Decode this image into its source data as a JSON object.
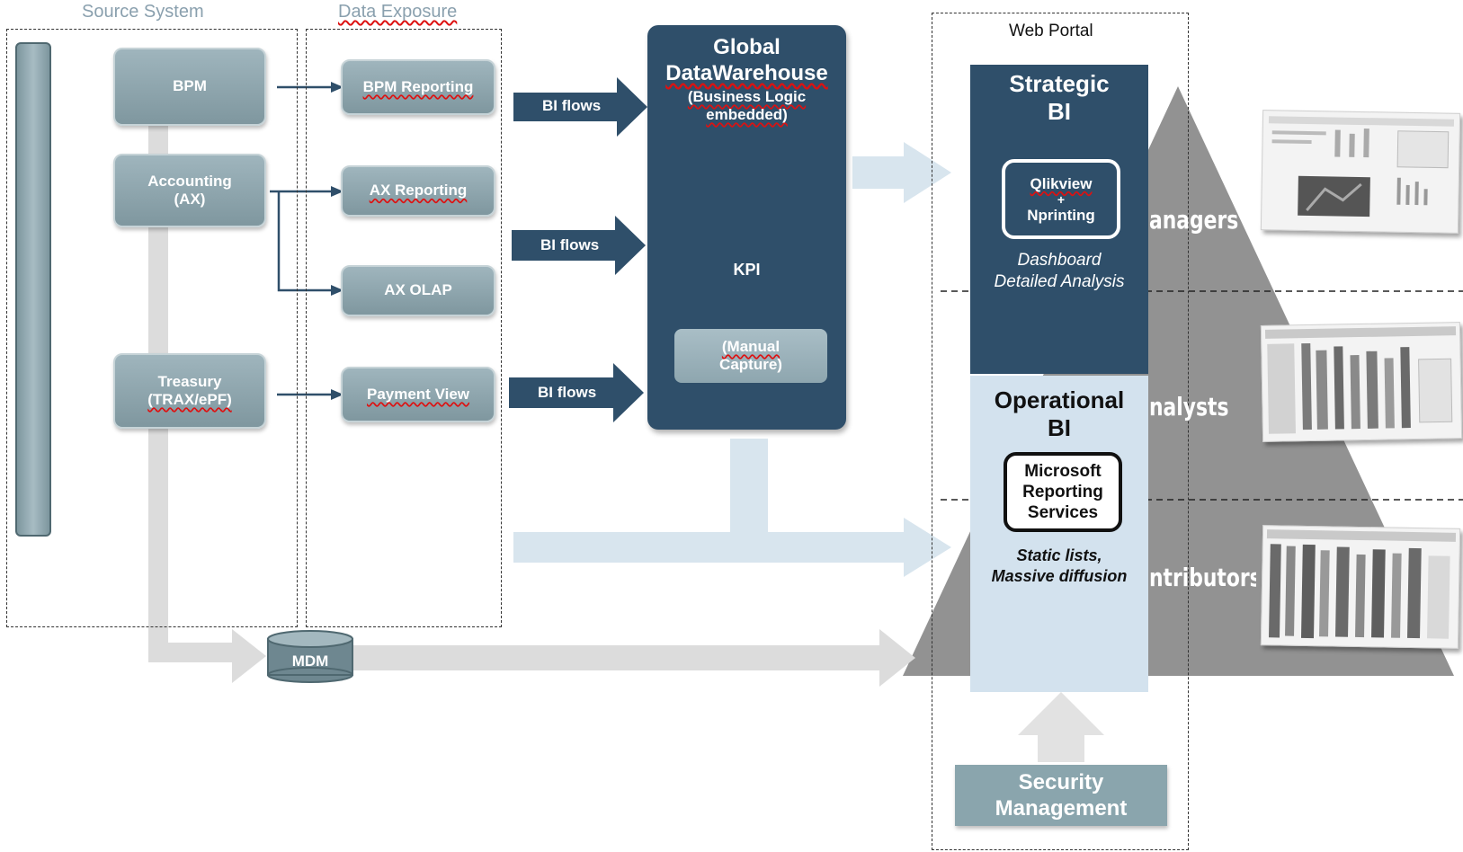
{
  "sections": {
    "source_system": "Source System",
    "data_exposure": "Data Exposure",
    "web_portal": "Web Portal"
  },
  "sources": {
    "bpm": "BPM",
    "accounting_l1": "Accounting",
    "accounting_l2": "(AX)",
    "treasury_l1": "Treasury",
    "treasury_l2": "(TRAX/ePF)"
  },
  "exposure": {
    "bpm_reporting": "BPM Reporting",
    "ax_reporting": "AX Reporting",
    "ax_olap": "AX OLAP",
    "payment_view": "Payment View"
  },
  "flows": {
    "bi_flows": "BI flows"
  },
  "warehouse": {
    "title_l1": "Global",
    "title_l2": "DataWarehouse",
    "sub_l1": "(Business Logic",
    "sub_l2": "embedded)",
    "kpi": "KPI",
    "manual_l1": "(Manual",
    "manual_l2": "Capture)"
  },
  "mdm": "MDM",
  "strategic": {
    "title_l1": "Strategic",
    "title_l2": "BI",
    "tool_l1": "Qlikview",
    "tool_plus": "+",
    "tool_l2": "Nprinting",
    "desc_l1": "Dashboard",
    "desc_l2": "Detailed Analysis"
  },
  "operational": {
    "title_l1": "Operational",
    "title_l2": "BI",
    "tool_l1": "Microsoft",
    "tool_l2": "Reporting",
    "tool_l3": "Services",
    "desc_l1": "Static lists,",
    "desc_l2": "Massive diffusion"
  },
  "security": {
    "l1": "Security",
    "l2": "Management"
  },
  "pyramid": {
    "level1": "anagers",
    "level2": "nalysts",
    "level3": "ntributors"
  },
  "colors": {
    "dark_navy": "#2f4f6a",
    "grey_box": "#8fa7b0",
    "light_blue": "#d3e2ee",
    "pyramid_grey": "#8c8c8c",
    "flow_arrow": "#2f4f6a",
    "faint_arrow": "#d6e3ec"
  }
}
